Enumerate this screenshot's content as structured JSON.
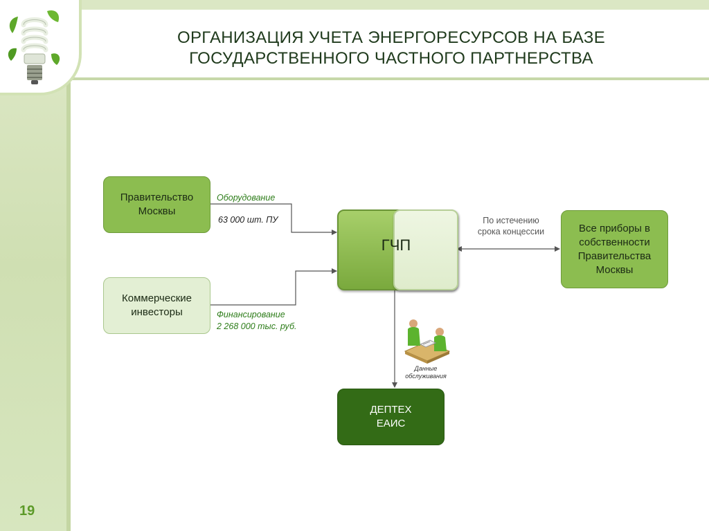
{
  "slide": {
    "title_line1": "ОРГАНИЗАЦИЯ УЧЕТА ЭНЕРГОРЕСУРСОВ НА БАЗЕ",
    "title_line2": "ГОСУДАРСТВЕННОГО ЧАСТНОГО ПАРТНЕРСТВА",
    "page_number": "19"
  },
  "diagram": {
    "gov": {
      "line1": "Правительство",
      "line2": "Москвы"
    },
    "investors": {
      "line1": "Коммерческие",
      "line2": "инвесторы"
    },
    "gchp": "ГЧП",
    "owners": {
      "line1": "Все приборы в",
      "line2": "собственности",
      "line3": "Правительства",
      "line4": "Москвы"
    },
    "deptech": {
      "line1": "ДЕПТЕХ",
      "line2": "ЕАИС"
    },
    "equipment_label": "Оборудование",
    "equipment_value": "63 000 шт. ПУ",
    "financing_label": "Финансирование",
    "financing_value": "2 268 000 тыс. руб.",
    "concession_line1": "По истечению",
    "concession_line2": "срока концессии",
    "service_line1": "Данные",
    "service_line2": "обслуживания"
  },
  "colors": {
    "accent_green": "#8cbd50",
    "dark_green": "#336b16",
    "light_green": "#e3efd4",
    "label_green": "#2e7d1a"
  },
  "icons": [
    "lightbulb-logo-icon",
    "meeting-people-icon"
  ]
}
